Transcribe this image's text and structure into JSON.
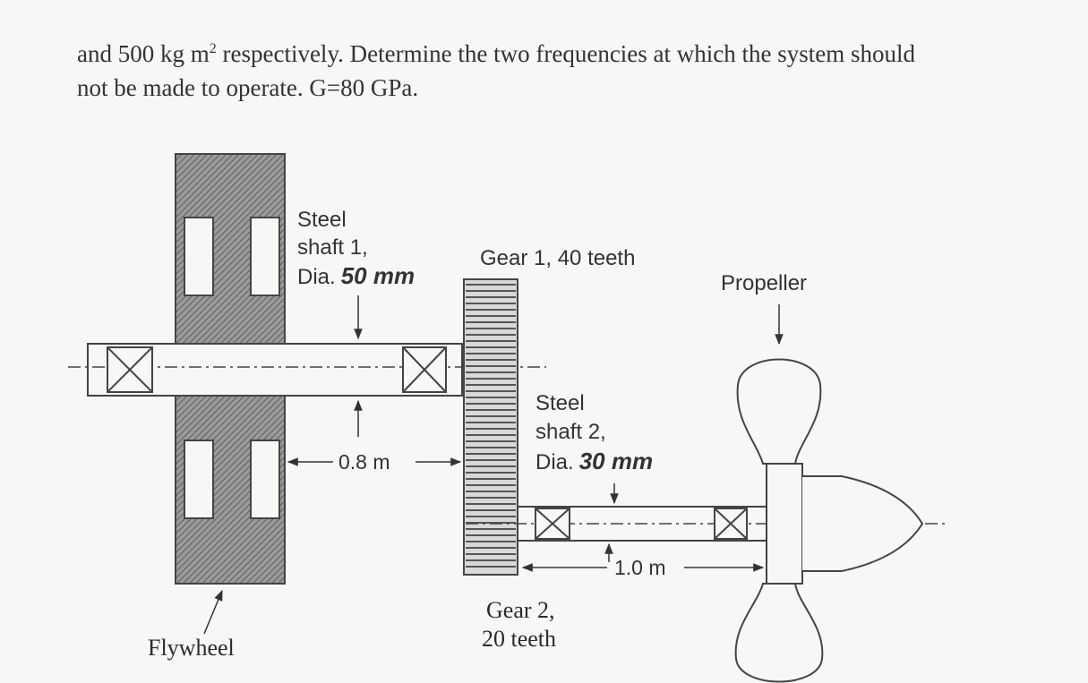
{
  "problem": {
    "line1_prefix": "and 500 kg m",
    "line1_sup": "2",
    "line1_suffix": " respectively. Determine the two frequencies at which the system should",
    "line2": "not be made to operate. G=80 GPa."
  },
  "diagram": {
    "shaft1": {
      "line1": "Steel",
      "line2": "shaft 1,",
      "dia_prefix": "Dia.",
      "dia_value": "50 mm"
    },
    "gear1": "Gear 1, 40 teeth",
    "propeller": "Propeller",
    "shaft2": {
      "line1": "Steel",
      "line2": "shaft 2,",
      "dia_prefix": "Dia.",
      "dia_value": "30 mm"
    },
    "dim1": "0.8 m",
    "dim2": "1.0 m",
    "gear2": {
      "line1": "Gear 2,",
      "line2": "20 teeth"
    },
    "flywheel": "Flywheel"
  }
}
